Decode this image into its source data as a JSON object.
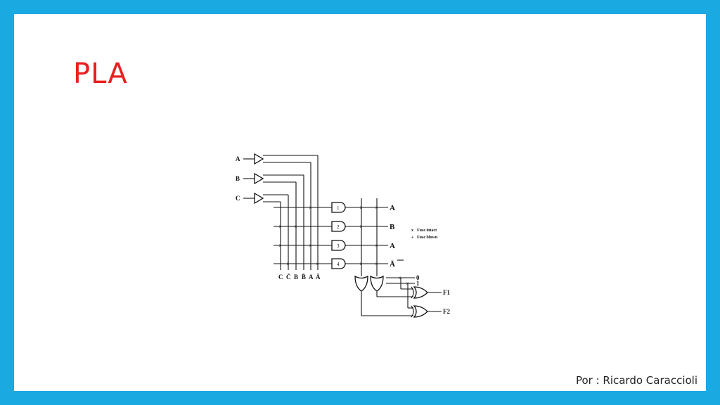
{
  "slide": {
    "title": "PLA",
    "author": "Por : Ricardo Caraccioli"
  },
  "diagram": {
    "inputs": [
      "A",
      "B",
      "C"
    ],
    "column_labels": [
      "C",
      "C̄",
      "B",
      "B̄",
      "A",
      "Ā"
    ],
    "and_gates": [
      "1",
      "2",
      "3",
      "4"
    ],
    "and_outputs": [
      "A",
      "B",
      "A",
      "Ā"
    ],
    "constants": [
      "0",
      "1"
    ],
    "outputs": [
      "F1",
      "F2"
    ],
    "legend": [
      {
        "symbol": "x",
        "text": "Fuse intact"
      },
      {
        "symbol": "+",
        "text": "Fuse blown"
      }
    ]
  }
}
